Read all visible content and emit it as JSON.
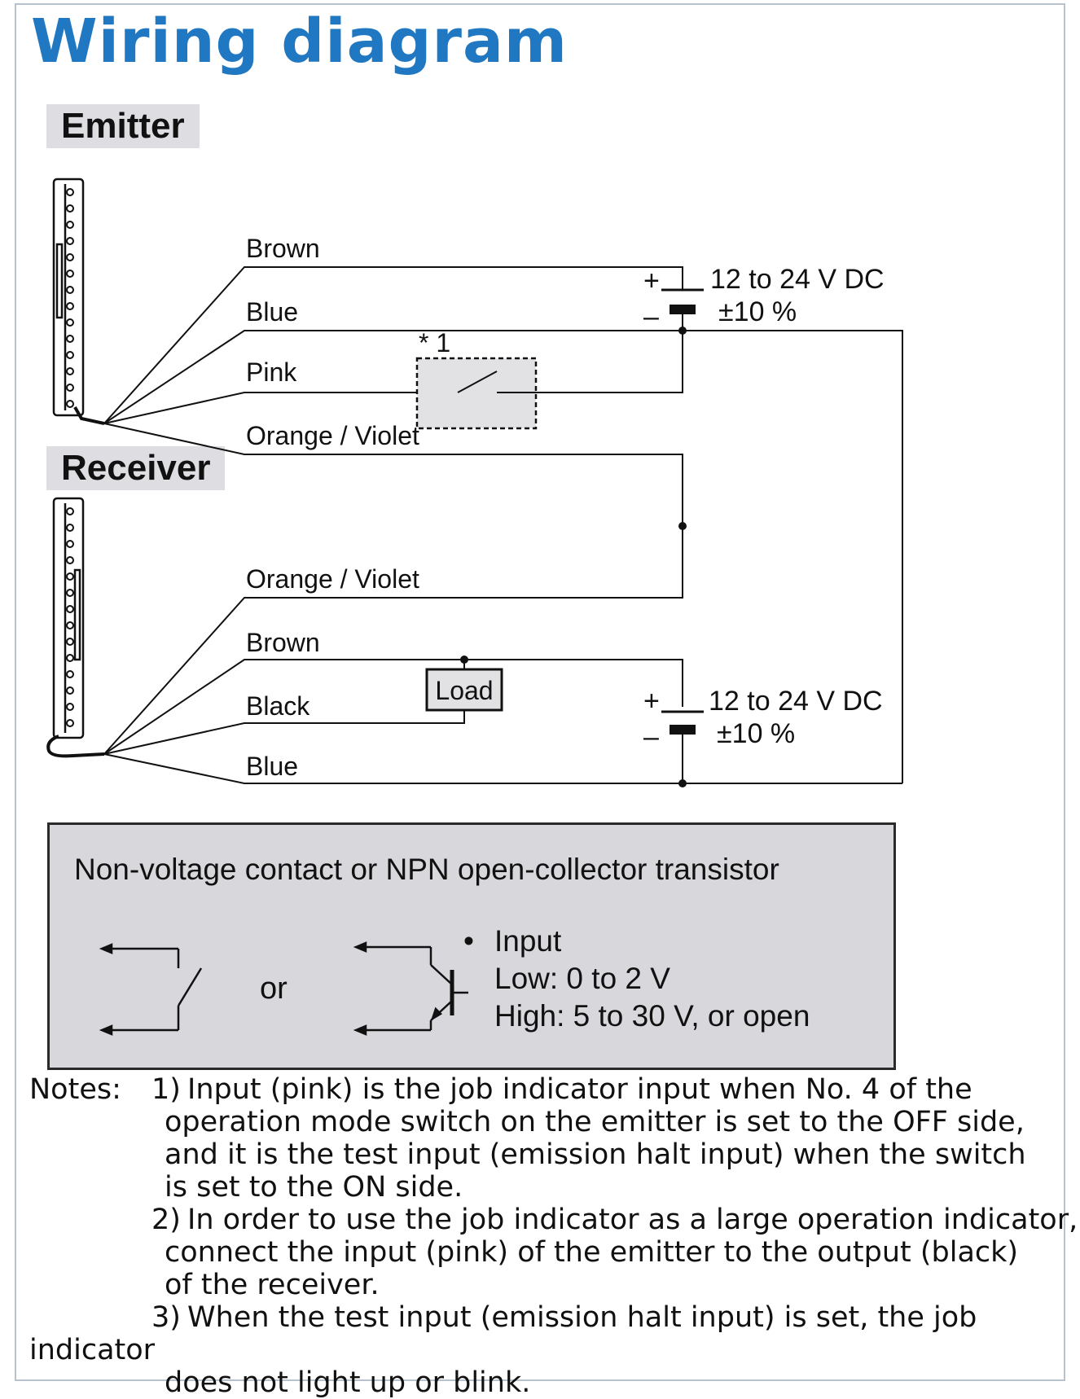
{
  "title": "Wiring diagram",
  "emitter": {
    "label": "Emitter",
    "wires": [
      "Brown",
      "Blue",
      "Pink",
      "Orange / Violet"
    ],
    "switch_note": "* 1",
    "supply": {
      "voltage": "12 to 24 V DC",
      "tolerance": "±10 %",
      "plus": "+",
      "minus": "–"
    }
  },
  "receiver": {
    "label": "Receiver",
    "wires": [
      "Orange / Violet",
      "Brown",
      "Black",
      "Blue"
    ],
    "load": "Load",
    "supply": {
      "voltage": "12 to 24 V DC",
      "tolerance": "±10 %",
      "plus": "+",
      "minus": "–"
    }
  },
  "info_box": {
    "title": "Non-voltage contact or NPN open-collector transistor",
    "or": "or",
    "bullet": "•",
    "input_label": "Input",
    "low": "Low: 0 to 2 V",
    "high": "High: 5 to 30 V, or open"
  },
  "notes": {
    "prefix": "Notes:",
    "items": [
      {
        "num": "1)",
        "lines": [
          "Input (pink) is the job indicator input when No. 4 of the",
          "operation mode switch on the emitter is set to the OFF side,",
          "and it is the test input (emission halt input) when the switch",
          "is set to the ON side."
        ]
      },
      {
        "num": "2)",
        "lines": [
          "In order to use the job indicator as a large operation indicator,",
          "connect the input (pink) of the emitter to the output (black)",
          "of the receiver."
        ]
      },
      {
        "num": "3)",
        "lines": [
          "When the test input (emission halt input) is set, the job indicator",
          "does not light up or blink."
        ]
      }
    ]
  },
  "colors": {
    "title": "#1f78c1",
    "tag_bg": "#dedee2",
    "box_bg": "#d7d7dc",
    "switch_box": "#e2e2e4"
  }
}
